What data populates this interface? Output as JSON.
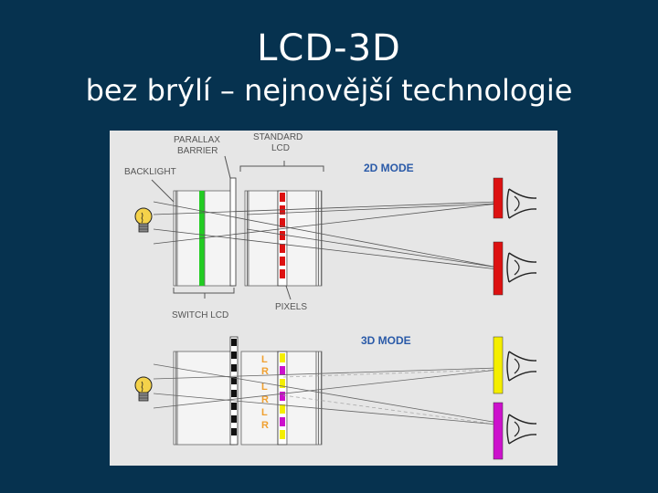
{
  "slide": {
    "title": "LCD-3D",
    "subtitle": "bez brýlí – nejnovější technologie"
  },
  "diagram": {
    "labels": {
      "parallax_barrier_line1": "PARALLAX",
      "parallax_barrier_line2": "BARRIER",
      "standard_lcd_line1": "STANDARD",
      "standard_lcd_line2": "LCD",
      "backlight": "BACKLIGHT",
      "mode_2d": "2D MODE",
      "switch_lcd": "SWITCH LCD",
      "pixels": "PIXELS",
      "mode_3d": "3D MODE"
    },
    "pixel_letters": [
      "L",
      "R",
      "L",
      "R",
      "L",
      "R"
    ],
    "colors": {
      "title_text": "#ffffff",
      "background": "#06324f",
      "mode_label": "#2a5aa8",
      "switch_green": "#22cc22",
      "pixel_red": "#dd1111",
      "pixel_yellow": "#f4ee00",
      "pixel_magenta": "#cc11cc",
      "letter_orange": "#f0a030"
    },
    "icons": [
      "light-bulb-icon",
      "eye-icon"
    ]
  }
}
